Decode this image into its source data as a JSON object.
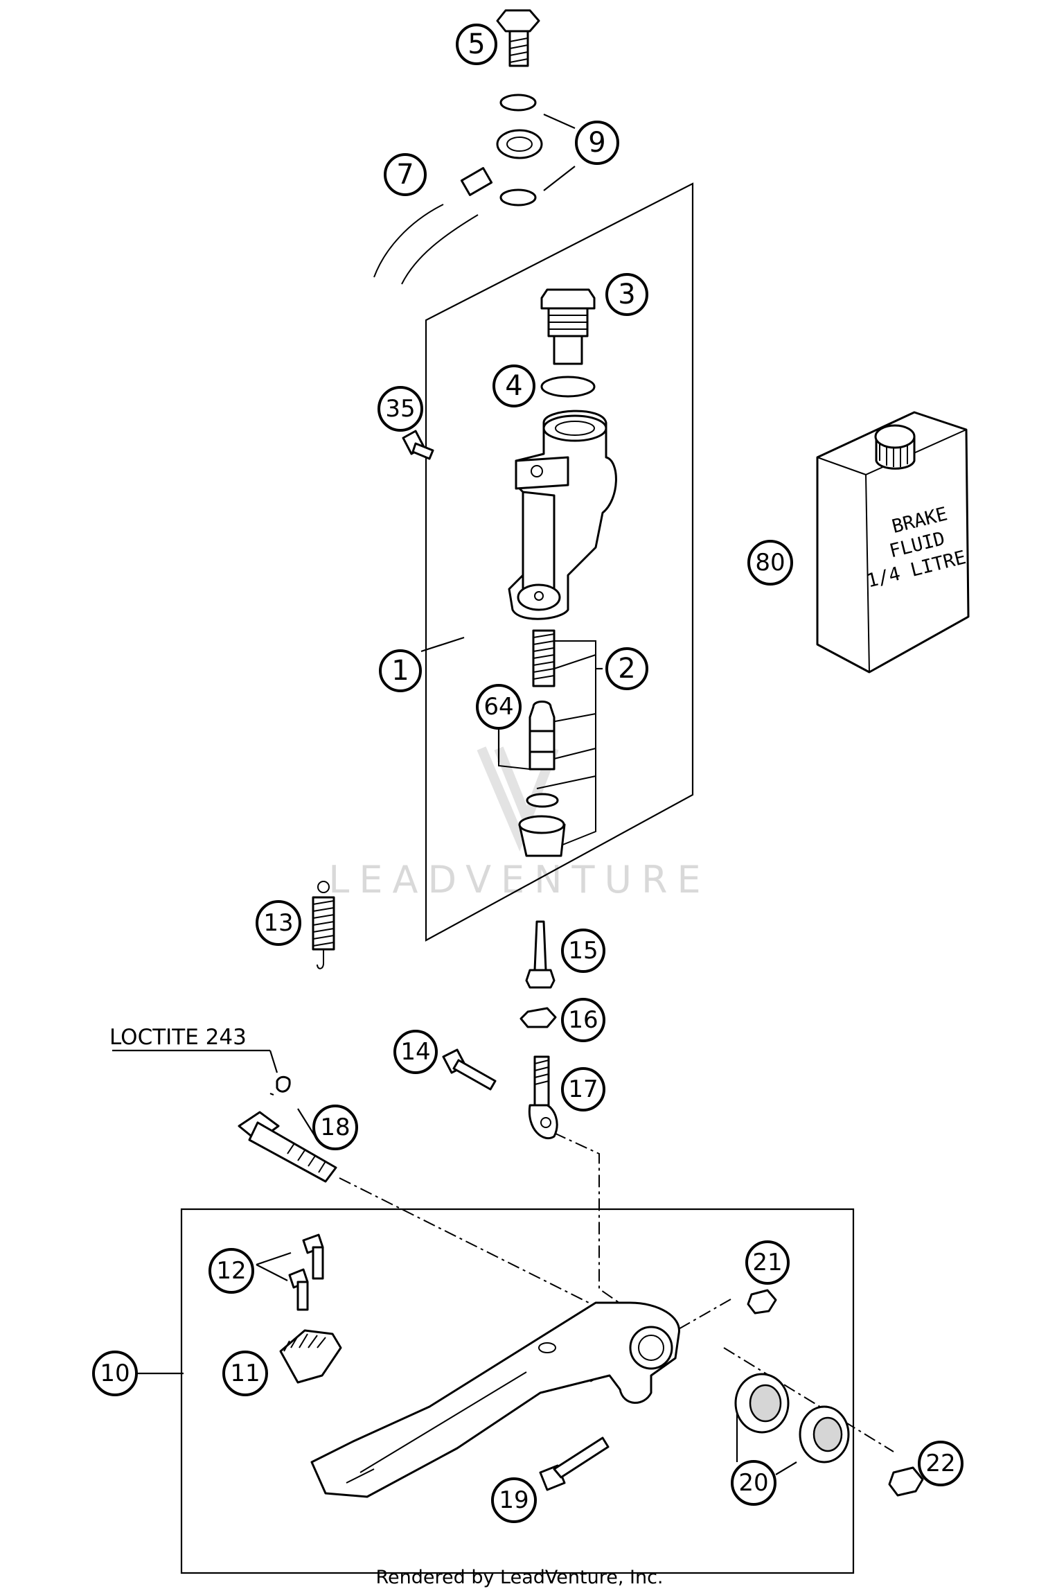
{
  "diagram": {
    "callouts": [
      "1",
      "2",
      "3",
      "4",
      "5",
      "7",
      "9",
      "10",
      "11",
      "12",
      "13",
      "14",
      "15",
      "16",
      "17",
      "18",
      "19",
      "20",
      "21",
      "22",
      "35",
      "64",
      "80"
    ],
    "loctite_label": "LOCTITE 243",
    "jug_label_lines": [
      "BRAKE",
      "FLUID",
      "1/4 LITRE"
    ],
    "watermark": "LEADVENTURE",
    "footer": "Rendered by LeadVenture, Inc."
  }
}
